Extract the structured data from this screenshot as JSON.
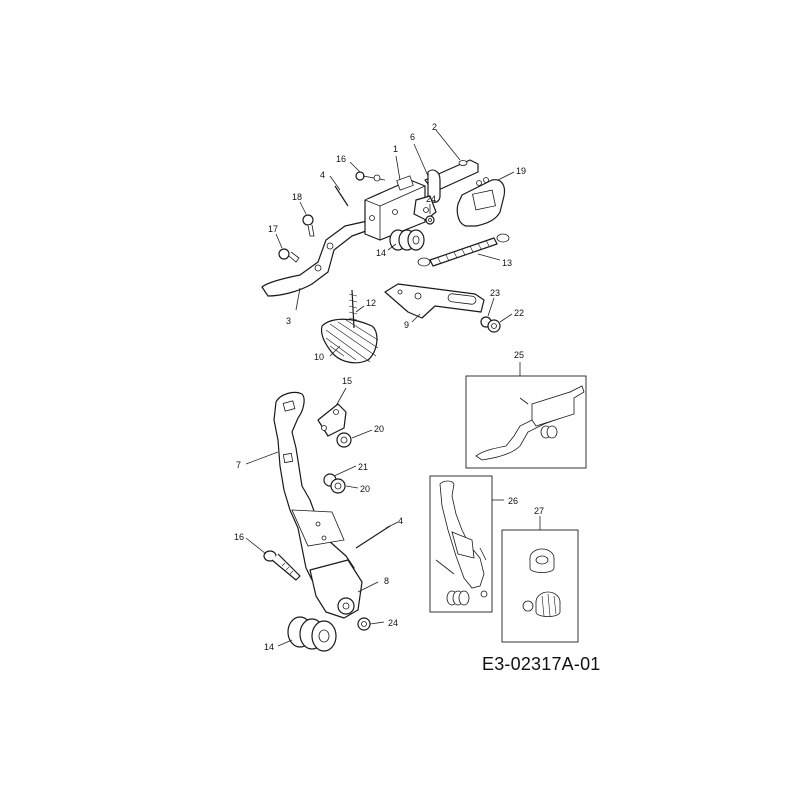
{
  "drawing_code": "E3-02317A-01",
  "labels": [
    {
      "id": "1",
      "text": "1"
    },
    {
      "id": "2",
      "text": "2"
    },
    {
      "id": "3",
      "text": "3"
    },
    {
      "id": "4a",
      "text": "4"
    },
    {
      "id": "6",
      "text": "6"
    },
    {
      "id": "7",
      "text": "7"
    },
    {
      "id": "8",
      "text": "8"
    },
    {
      "id": "9",
      "text": "9"
    },
    {
      "id": "10",
      "text": "10"
    },
    {
      "id": "12",
      "text": "12"
    },
    {
      "id": "13",
      "text": "13"
    },
    {
      "id": "14a",
      "text": "14"
    },
    {
      "id": "15",
      "text": "15"
    },
    {
      "id": "16a",
      "text": "16"
    },
    {
      "id": "17",
      "text": "17"
    },
    {
      "id": "18",
      "text": "18"
    },
    {
      "id": "19",
      "text": "19"
    },
    {
      "id": "20a",
      "text": "20"
    },
    {
      "id": "21",
      "text": "21"
    },
    {
      "id": "20b",
      "text": "20"
    },
    {
      "id": "22",
      "text": "22"
    },
    {
      "id": "23",
      "text": "23"
    },
    {
      "id": "24a",
      "text": "24"
    },
    {
      "id": "25",
      "text": "25"
    },
    {
      "id": "26",
      "text": "26"
    },
    {
      "id": "27",
      "text": "27"
    },
    {
      "id": "4b",
      "text": "4"
    },
    {
      "id": "16b",
      "text": "16"
    },
    {
      "id": "24b",
      "text": "24"
    },
    {
      "id": "14b",
      "text": "14"
    }
  ]
}
